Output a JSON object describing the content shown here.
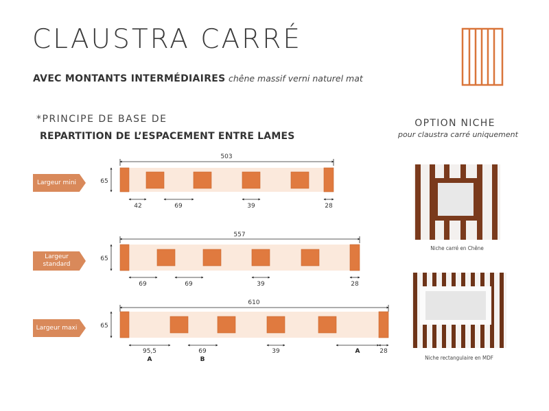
{
  "header": {
    "title": "CLAUSTRA CARRÉ",
    "subtitle_strong": "AVEC MONTANTS INTERMÉDIAIRES",
    "subtitle_italic": "chêne massif verni naturel mat"
  },
  "principle": {
    "line1": "*PRINCIPE DE BASE DE",
    "line2": "REPARTITION DE L’ESPACEMENT ENTRE LAMES"
  },
  "option": {
    "title": "OPTION NICHE",
    "subtitle": "pour claustra carré uniquement",
    "caption_oak": "Niche carré en Chêne",
    "caption_mdf": "Niche rectangulaire en MDF"
  },
  "rows": [
    {
      "label": "Largeur mini",
      "height": "65",
      "total": "503",
      "dims": [
        "42",
        "69",
        "39",
        "28"
      ],
      "letters": []
    },
    {
      "label": "Largeur standard",
      "height": "65",
      "total": "557",
      "dims": [
        "69",
        "69",
        "39",
        "28"
      ],
      "letters": []
    },
    {
      "label": "Largeur maxi",
      "height": "65",
      "total": "610",
      "dims": [
        "95,5",
        "69",
        "39",
        "28"
      ],
      "letters": [
        "A",
        "B",
        "A"
      ]
    }
  ],
  "colors": {
    "accent": "#d9895a",
    "slat": "#e07a3f",
    "slat_stroke": "#c9642c",
    "band": "#fbe9dc",
    "wood_dark": "#7a3a1c"
  },
  "icons": {
    "logo": "claustra-panel-icon"
  }
}
